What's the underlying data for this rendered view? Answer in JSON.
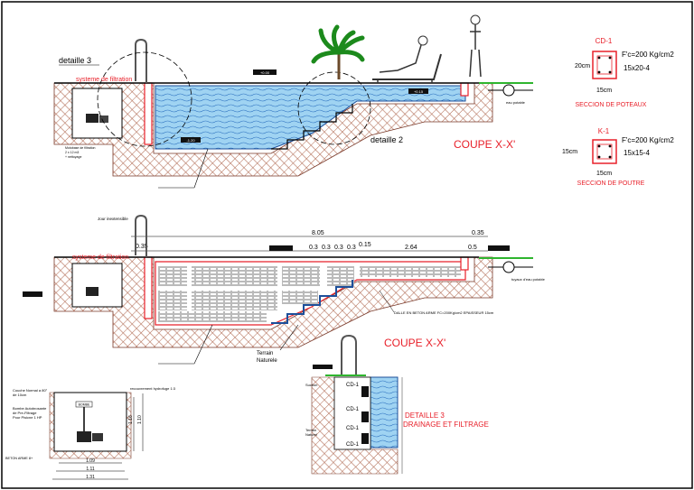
{
  "colors": {
    "water": "#8ec9ec",
    "water_wave": "#2a6fbf",
    "soil_hatch": "#b06a52",
    "red": "#e8202a",
    "border": "#000000",
    "grass": "#2fb52f",
    "palm": "#1c8a1c"
  },
  "coupe_top": {
    "title": "COUPE X-X'",
    "detail3_label": "detaille 3",
    "detail2_label": "detaille 2",
    "filtration_label": "systeme de filtration",
    "level_tags": [
      "+0.00",
      "+0.15",
      "-1.20"
    ],
    "small_note_pump": [
      "Motobase de filtration",
      "2 x 12 m3",
      "+ nettoyage"
    ],
    "eau_potable": "eau potable"
  },
  "coupe_mid": {
    "title": "COUPE X-X'",
    "filtration_label": "systeme de filtration",
    "jour_label": "Jour  inextensible",
    "dims_total": "8.05",
    "dims_left": "0.35",
    "dims_right": "0.35",
    "dims_steps": [
      "0.3",
      "0.3",
      "0.3",
      "0.3"
    ],
    "dims_015": "0.15",
    "dims_264": "2.64",
    "dims_05": "0.5",
    "dalle_note": "DALLE EN BETON ARME FC=200Kg/cm2  EPAISSEUR 15cm",
    "terrain_label": [
      "Terrain",
      "Naturele"
    ],
    "eau_potable": "tuyaux d'eau potable"
  },
  "detail_box": {
    "notes_left": [
      "Couche Normal a 80°",
      "de 10cm",
      "",
      "Bombe Autobrosante",
      "de Pre-Filtrage",
      "Pour Pisicne  1 HP"
    ],
    "tag_bombe": "BOMBE",
    "note_right": "recouvrement hydrofuge 1:3",
    "dim_v1": "1.16",
    "dim_v2": "1.10",
    "dims_h": [
      "1.09",
      "1.11",
      "1.31"
    ],
    "beton_label": "BETON ARME 8+"
  },
  "detail3": {
    "title_1": "DETAILLE 3",
    "title_2": "DRAINAGE ET FILTRAGE",
    "labels": [
      "CD-1",
      "CD-1",
      "CD-1",
      "CD-1"
    ],
    "side_notes": [
      "Suction",
      "Terrain",
      "Naturel"
    ]
  },
  "cd1": {
    "name": "CD-1",
    "spec": "F'c=200 Kg/cm2",
    "rebar": "15x20-4",
    "height": "20cm",
    "width": "15cm",
    "caption": "SECCION DE POTEAUX"
  },
  "k1": {
    "name": "K-1",
    "spec": "F'c=200 Kg/cm2",
    "rebar": "15x15-4",
    "height": "15cm",
    "width": "15cm",
    "caption": "SECCION DE POUTRE"
  }
}
